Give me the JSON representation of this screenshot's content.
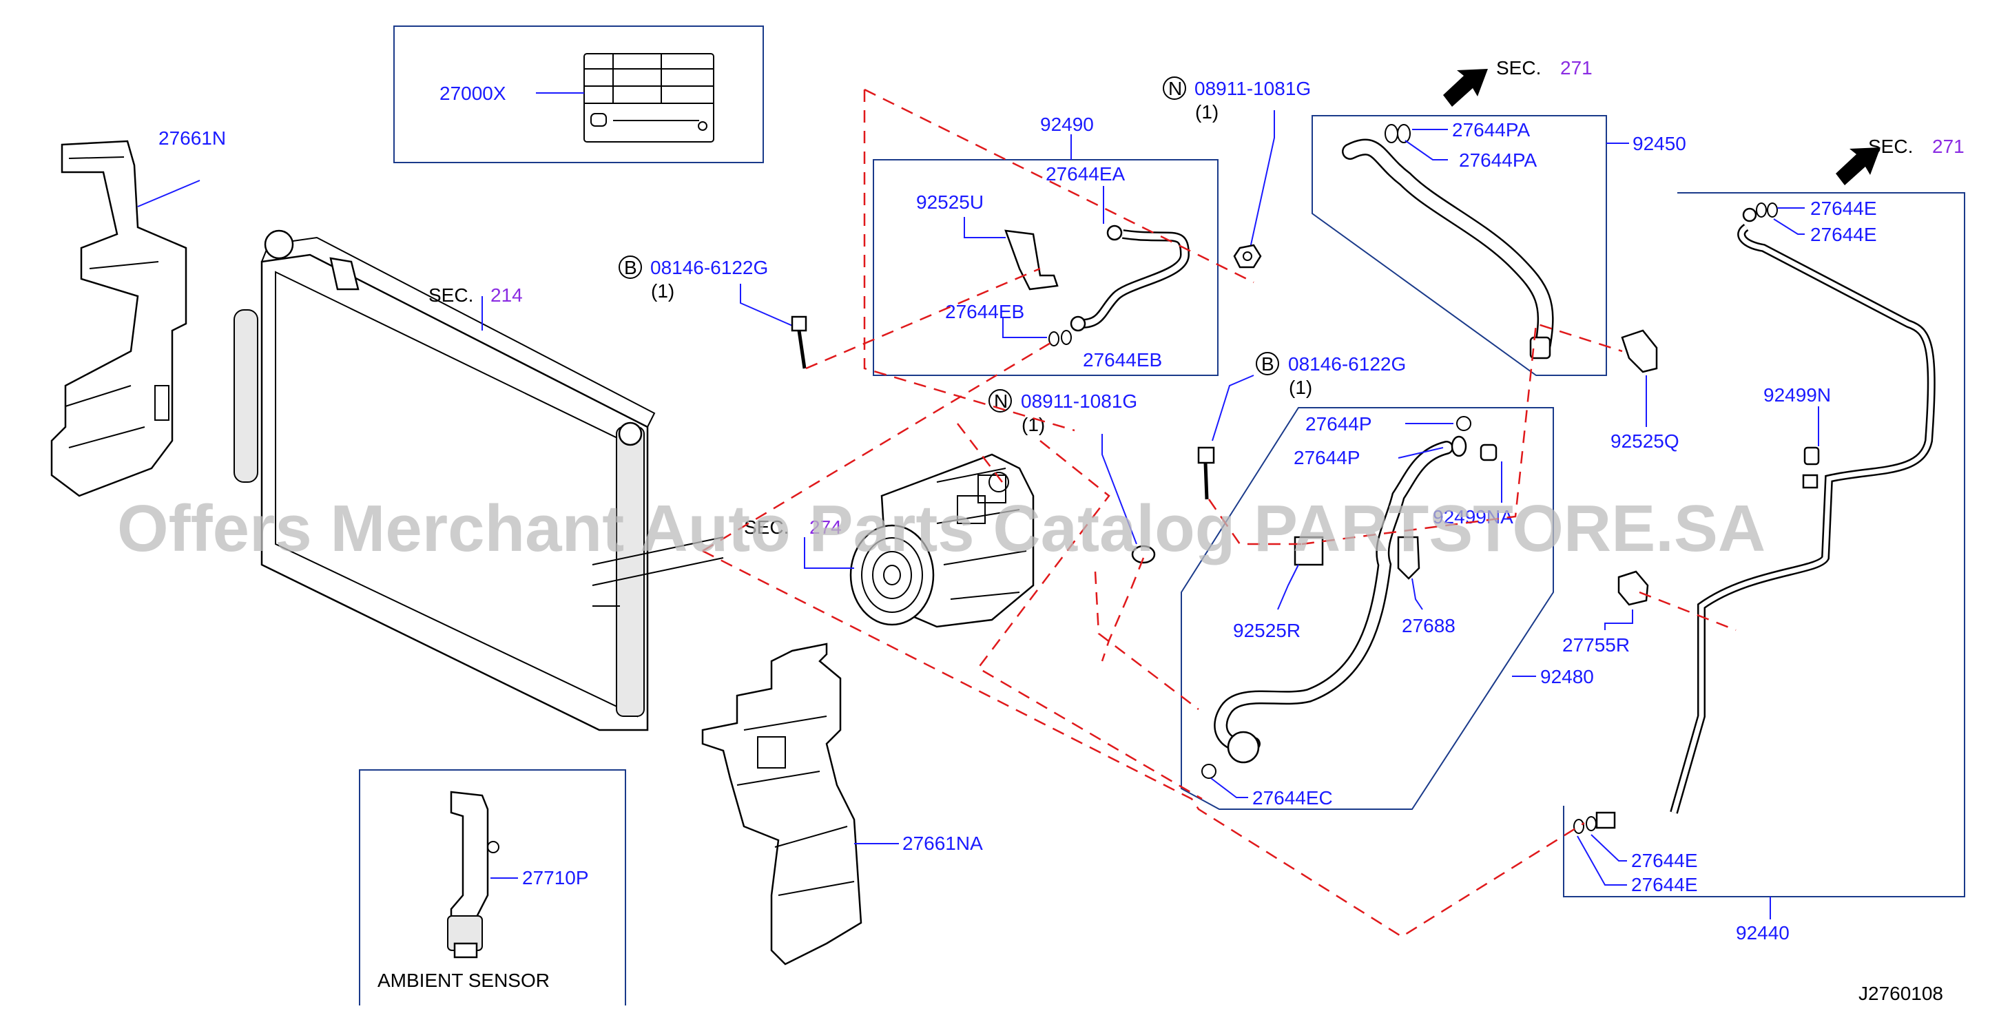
{
  "part_labels": {
    "p27661N": "27661N",
    "p27000X": "27000X",
    "p92490": "92490",
    "p27644EA": "27644EA",
    "p92525U": "92525U",
    "p27644EB_a": "27644EB",
    "p27644EB_b": "27644EB",
    "p08146_a": "08146-6122G",
    "p08911_a": "08911-1081G",
    "p08911_b": "08911-1081G",
    "p08146_b": "08146-6122G",
    "p27644PA_a": "27644PA",
    "p27644PA_b": "27644PA",
    "p92450": "92450",
    "p27644E_1": "27644E",
    "p27644E_2": "27644E",
    "p27644E_3": "27644E",
    "p27644E_4": "27644E",
    "p92499N": "92499N",
    "p92525Q": "92525Q",
    "p27644P_a": "27644P",
    "p27644P_b": "27644P",
    "p92499NA": "92499NA",
    "p92525R": "92525R",
    "p27688": "27688",
    "p27755R": "27755R",
    "p92480": "92480",
    "p27644EC": "27644EC",
    "p27661NA": "27661NA",
    "p27710P": "27710P",
    "p92440": "92440"
  },
  "qty": {
    "q_08146_a": "(1)",
    "q_08911_a": "(1)",
    "q_08911_b": "(1)",
    "q_08146_b": "(1)"
  },
  "circle_marks": {
    "B1": "B",
    "B2": "B",
    "N1": "N",
    "N2": "N"
  },
  "sections": {
    "sec_word": "SEC.",
    "sec214_num": "214",
    "sec274_num": "274",
    "sec271a_num": "271",
    "sec271b_num": "271"
  },
  "ambient_sensor": "AMBIENT   SENSOR",
  "diagram_id": "J2760108",
  "watermark": "Offers Merchant Auto Parts Catalog PARTSTORE.SA",
  "colors": {
    "part_number": "#1a1aff",
    "section_number": "#8a2be2",
    "dashed_line": "#e0191b",
    "box_border": "#1a3a8a"
  }
}
